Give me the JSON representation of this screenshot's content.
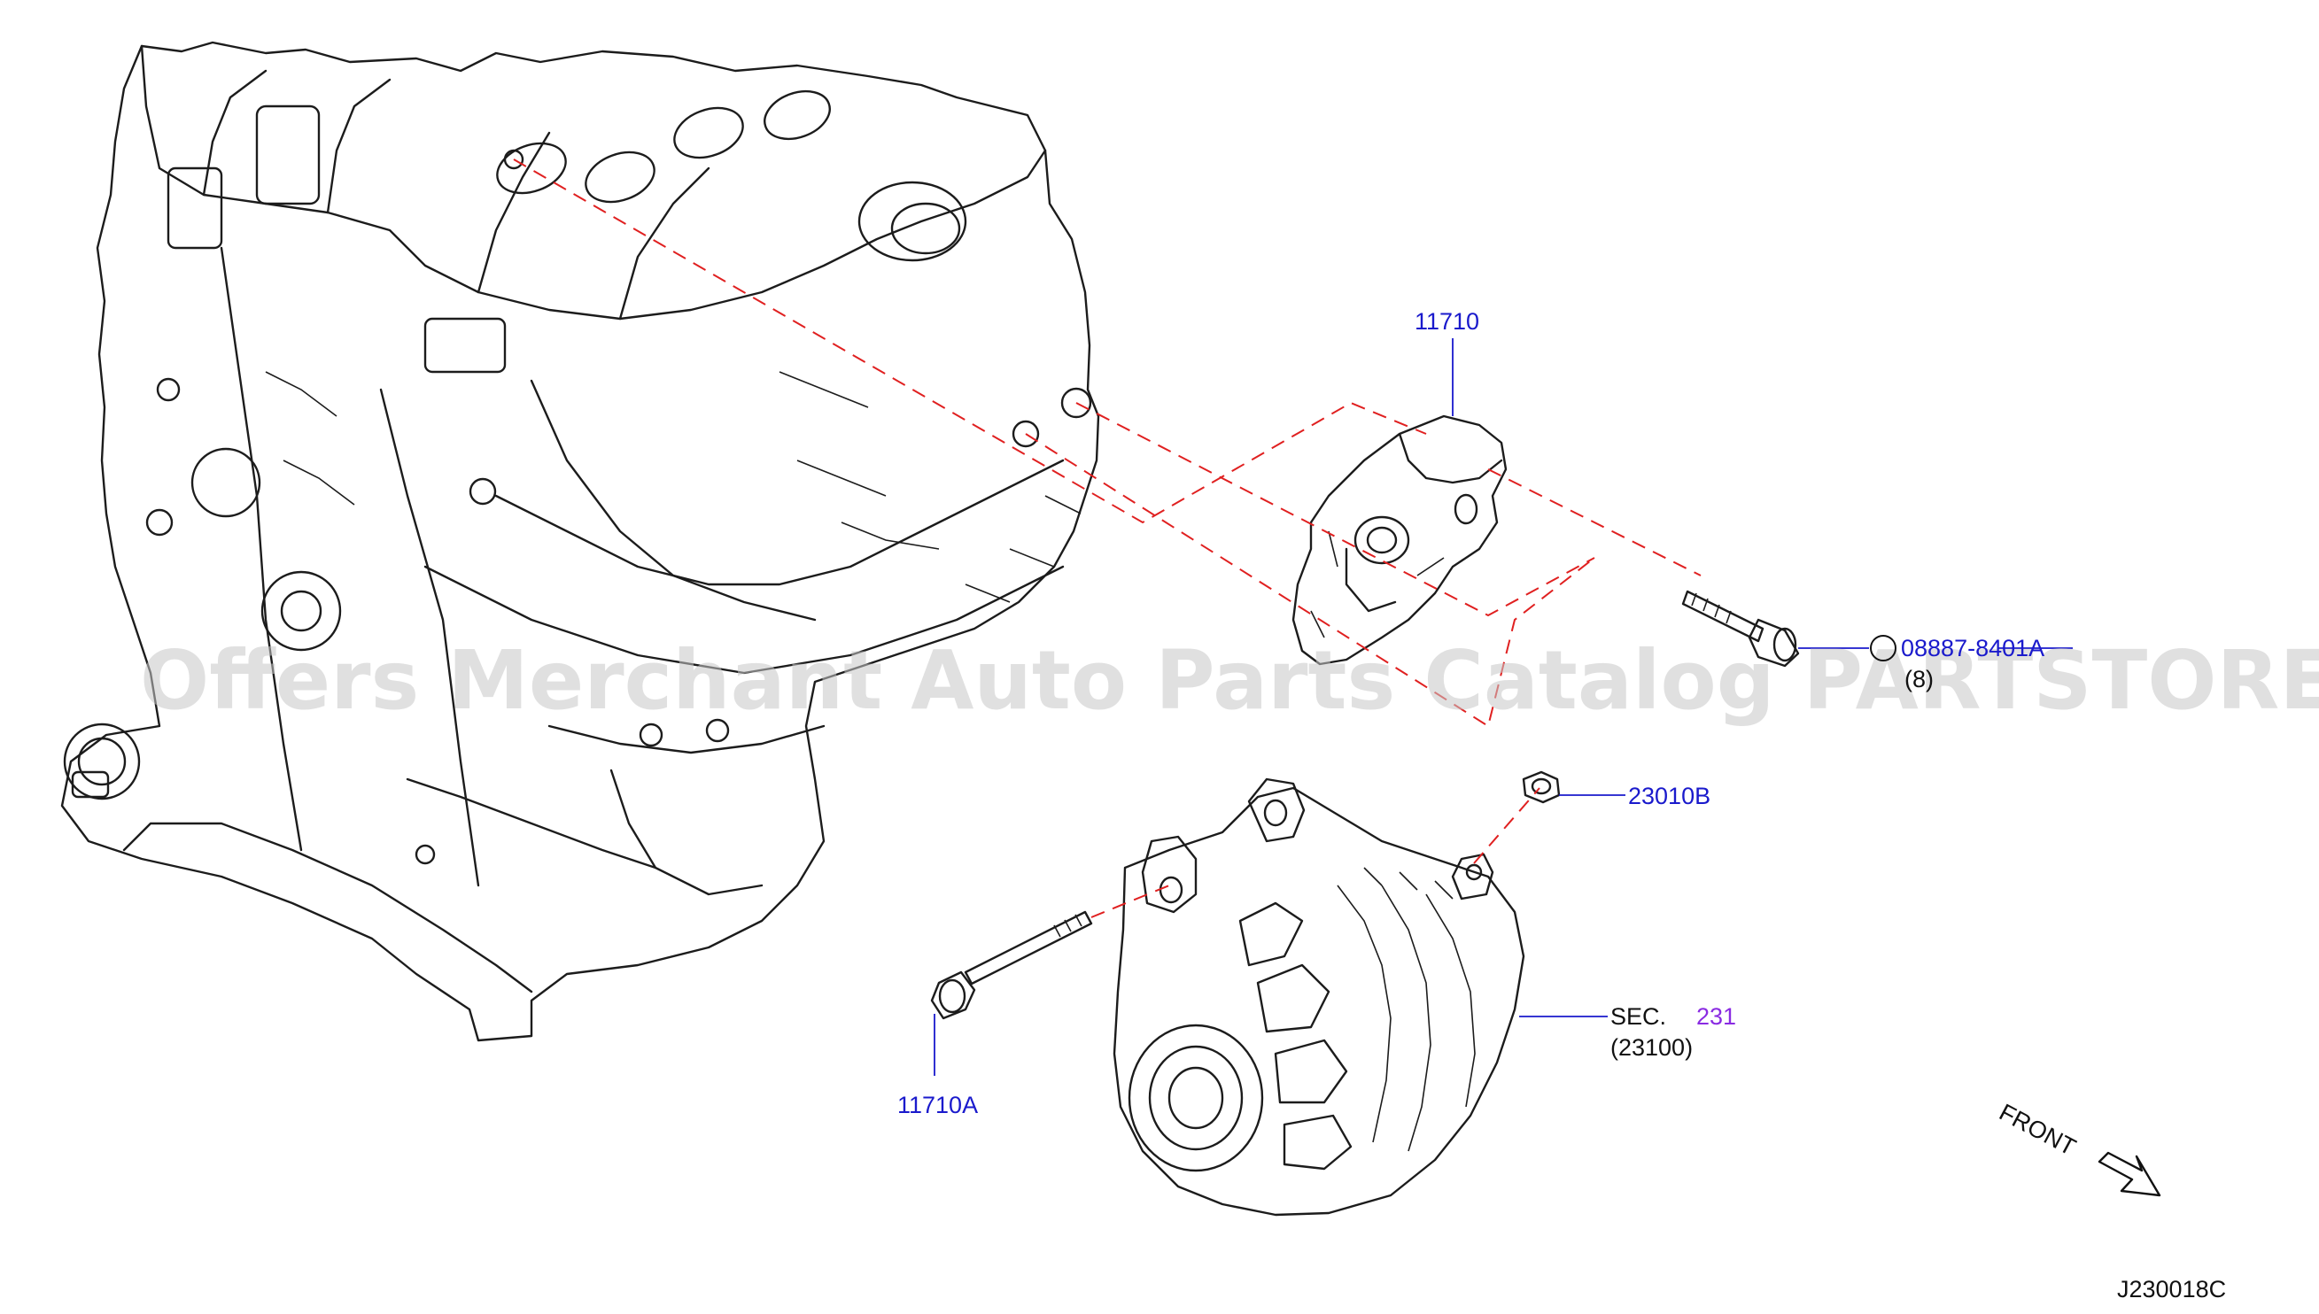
{
  "callouts": {
    "bracket": "11710",
    "bolt_bracket": "11710A",
    "nut": "23010B",
    "bolt_ref": "08887-8401A",
    "bolt_qty": "(8)",
    "sec_prefix": "SEC.",
    "sec_number": "231",
    "alternator": "(23100)"
  },
  "watermark": "Offers Merchant Auto Parts Catalog PARTSTORE.SA",
  "front_label": "FRONT",
  "diagram_code": "J230018C",
  "colors": {
    "link": "#1a1acc",
    "section_link": "#8a2be2",
    "guide_dash": "#e02020",
    "ink": "#1c1c1c"
  }
}
